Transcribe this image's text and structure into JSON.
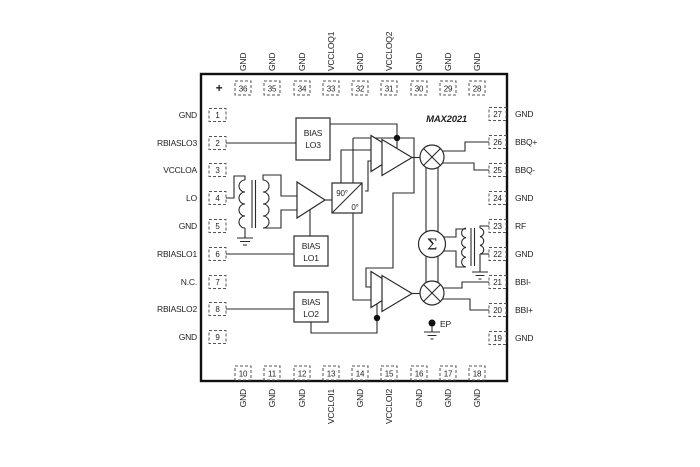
{
  "diagram": {
    "part_number": "MAX2021",
    "polarity_mark": "+",
    "pins": {
      "top": [
        {
          "n": "36",
          "label": "GND"
        },
        {
          "n": "35",
          "label": "GND"
        },
        {
          "n": "34",
          "label": "GND"
        },
        {
          "n": "33",
          "label": "VCCLOQ1"
        },
        {
          "n": "32",
          "label": "GND"
        },
        {
          "n": "31",
          "label": "VCCLOQ2"
        },
        {
          "n": "30",
          "label": "GND"
        },
        {
          "n": "29",
          "label": "GND"
        },
        {
          "n": "28",
          "label": "GND"
        }
      ],
      "bottom": [
        {
          "n": "10",
          "label": "GND"
        },
        {
          "n": "11",
          "label": "GND"
        },
        {
          "n": "12",
          "label": "GND"
        },
        {
          "n": "13",
          "label": "VCCLOI1"
        },
        {
          "n": "14",
          "label": "GND"
        },
        {
          "n": "15",
          "label": "VCCLOI2"
        },
        {
          "n": "16",
          "label": "GND"
        },
        {
          "n": "17",
          "label": "GND"
        },
        {
          "n": "18",
          "label": "GND"
        }
      ],
      "left": [
        {
          "n": "1",
          "label": "GND"
        },
        {
          "n": "2",
          "label": "RBIASLO3"
        },
        {
          "n": "3",
          "label": "VCCLOA"
        },
        {
          "n": "4",
          "label": "LO"
        },
        {
          "n": "5",
          "label": "GND"
        },
        {
          "n": "6",
          "label": "RBIASLO1"
        },
        {
          "n": "7",
          "label": "N.C."
        },
        {
          "n": "8",
          "label": "RBIASLO2"
        },
        {
          "n": "9",
          "label": "GND"
        }
      ],
      "right": [
        {
          "n": "27",
          "label": "GND"
        },
        {
          "n": "26",
          "label": "BBQ+"
        },
        {
          "n": "25",
          "label": "BBQ-"
        },
        {
          "n": "24",
          "label": "GND"
        },
        {
          "n": "23",
          "label": "RF"
        },
        {
          "n": "22",
          "label": "GND"
        },
        {
          "n": "21",
          "label": "BBI-"
        },
        {
          "n": "20",
          "label": "BBI+"
        },
        {
          "n": "19",
          "label": "GND"
        }
      ]
    },
    "blocks": {
      "bias_lo3": {
        "l1": "BIAS",
        "l2": "LO3"
      },
      "bias_lo1": {
        "l1": "BIAS",
        "l2": "LO1"
      },
      "bias_lo2": {
        "l1": "BIAS",
        "l2": "LO2"
      },
      "phase_splitter": {
        "top": "90°",
        "bottom": "0°"
      },
      "summer": "Σ",
      "exposed_pad": "EP"
    },
    "colors": {
      "line": "#2a2a2a",
      "background": "#ffffff"
    }
  }
}
